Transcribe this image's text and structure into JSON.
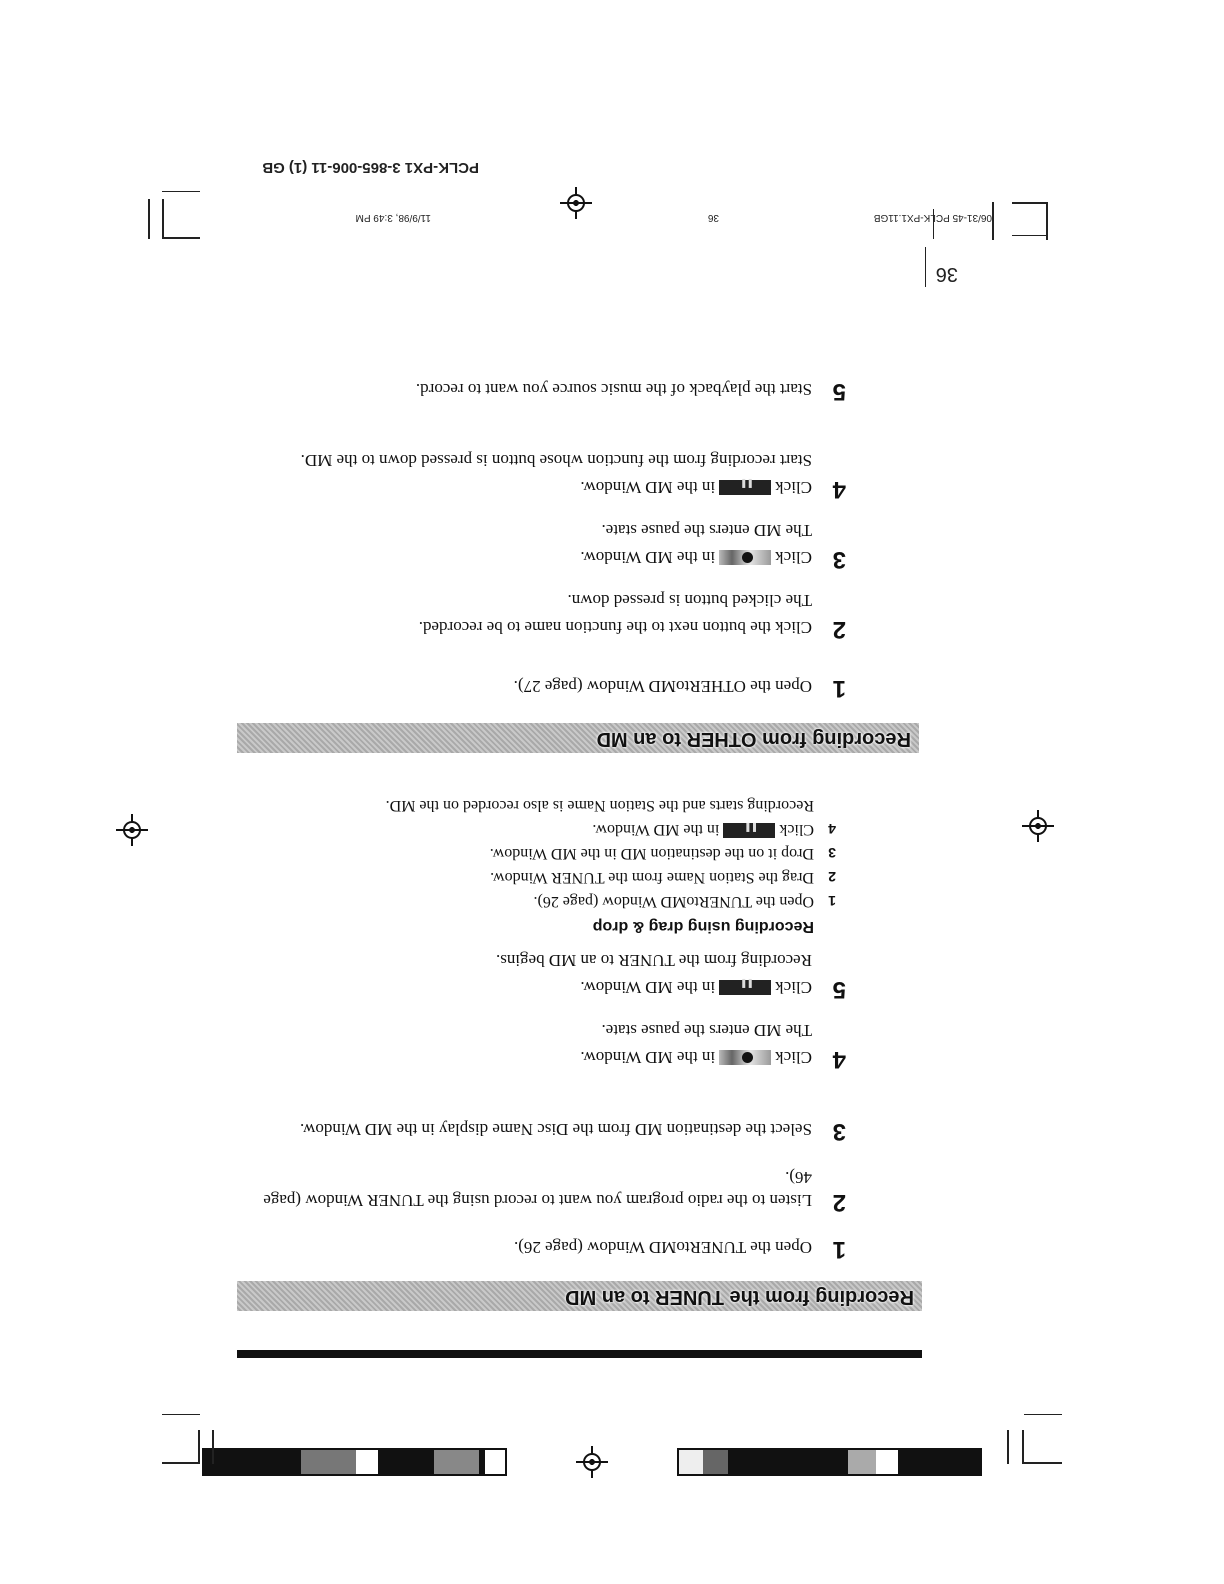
{
  "header": {
    "file": "06/31-45 PCLK-PX1.11GB",
    "page_ref": "36",
    "datetime": "11/9/98, 3:49 PM",
    "model_code": "PCLK-PX1 3-865-006-11 (1) GB"
  },
  "page_number": "36",
  "section_tuner": {
    "title": "Recording from the TUNER to an MD",
    "steps": [
      {
        "num": "1",
        "text": "Open the TUNERtoMD Window (page 26)."
      },
      {
        "num": "2",
        "text": "Listen to the radio program you want to record using the TUNER Window (page 46)."
      },
      {
        "num": "3",
        "text": "Select the destination MD from the Disc Name display in the MD Window."
      },
      {
        "num": "4",
        "pre": "Click",
        "post": "in the MD Window.",
        "button": "record-button",
        "note": "The MD enters the pause state."
      },
      {
        "num": "5",
        "pre": "Click",
        "post": "in the MD Window.",
        "button": "pause-button",
        "note": "Recording from the TUNER to an MD begins."
      }
    ],
    "dragdrop": {
      "title": "Recording using drag & drop",
      "steps": [
        {
          "num": "1",
          "text": "Open the TUNERtoMD Window (page 26)."
        },
        {
          "num": "2",
          "text": "Drag the Station Name from the TUNER Window."
        },
        {
          "num": "3",
          "text": "Drop it on the destination MD in the MD Window."
        },
        {
          "num": "4",
          "pre": "Click",
          "post": "in the MD Window.",
          "button": "pause-button",
          "note": "Recording starts and the Station Name is also recorded on the MD."
        }
      ]
    }
  },
  "section_other": {
    "title": "Recording from OTHER to an MD",
    "steps": [
      {
        "num": "1",
        "text": "Open the OTHERtoMD Window (page 27)."
      },
      {
        "num": "2",
        "text": "Click the button next to the function name to be recorded.",
        "note": "The clicked button is pressed down."
      },
      {
        "num": "3",
        "pre": "Click",
        "post": "in the MD Window.",
        "button": "record-button",
        "note": "The MD enters the pause state."
      },
      {
        "num": "4",
        "pre": "Click",
        "post": "in the MD Window.",
        "button": "pause-button",
        "note": "Start recording from the function whose button is pressed down to the MD."
      },
      {
        "num": "5",
        "text": "Start the playback of the music source you want to record."
      }
    ]
  },
  "colors": {
    "ink": "#111111",
    "band": "#b5b5b5",
    "paper": "#ffffff"
  }
}
